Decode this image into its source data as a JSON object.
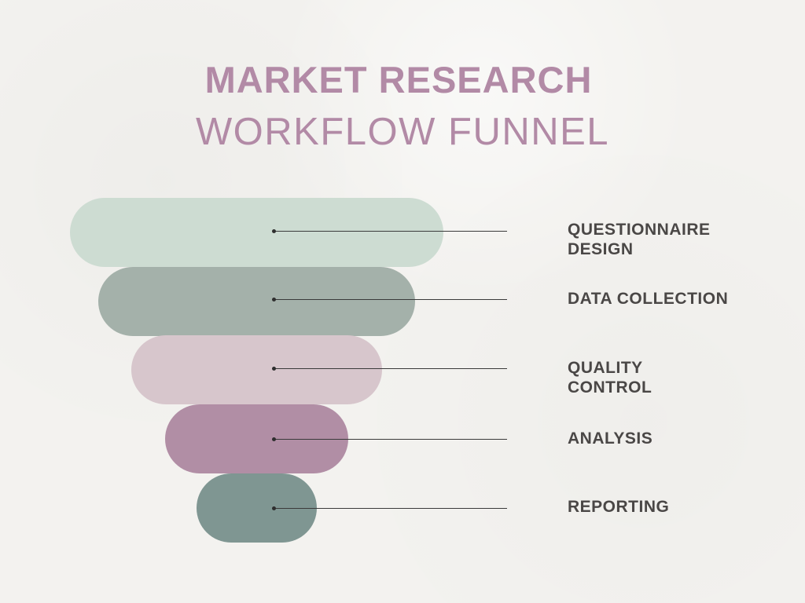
{
  "title": {
    "line1": "MARKET RESEARCH",
    "line2": "WORKFLOW FUNNEL"
  },
  "stages": [
    {
      "label": "QUESTIONNAIRE\nDESIGN",
      "color": "#cddcd2"
    },
    {
      "label": "DATA COLLECTION",
      "color": "#a4b1aa"
    },
    {
      "label": "QUALITY\nCONTROL",
      "color": "#d7c6cc"
    },
    {
      "label": "ANALYSIS",
      "color": "#b18ea5"
    },
    {
      "label": "REPORTING",
      "color": "#7f9692"
    }
  ],
  "colors": {
    "title": "#b28aa6",
    "label": "#4a4746",
    "background": "#f3f2ef"
  }
}
